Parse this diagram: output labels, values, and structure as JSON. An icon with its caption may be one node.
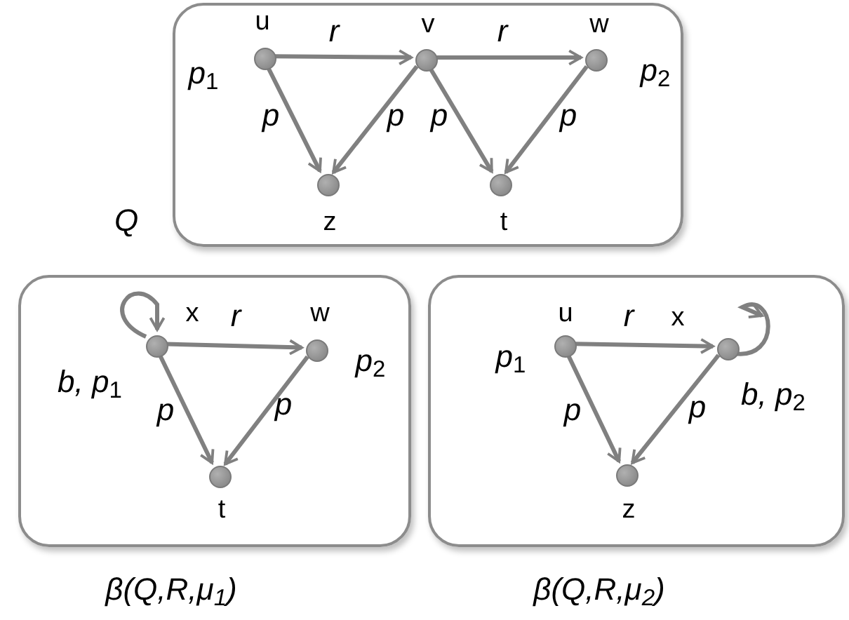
{
  "diagram": {
    "nodes": [
      {
        "text": [
          "Q"
        ]
      },
      {
        "text": [],
        "shape": "circle",
        "in": 0,
        "beside": [
          "u",
          "*p*$_{1}$"
        ]
      },
      {
        "text": [],
        "shape": "circle",
        "in": 0,
        "beside": [
          "v"
        ]
      },
      {
        "text": [],
        "shape": "circle",
        "in": 0,
        "beside": [
          "w",
          "*p*$_{2}$"
        ]
      },
      {
        "text": [],
        "shape": "circle",
        "in": 0,
        "beside": [
          "z"
        ]
      },
      {
        "text": [],
        "shape": "circle",
        "in": 0,
        "beside": [
          "t"
        ]
      },
      {
        "text": [
          "β(Q,R,μ$_{1}$)"
        ]
      },
      {
        "text": [],
        "shape": "circle",
        "in": 6,
        "beside": [
          "x",
          "*b, p*$_{1}$"
        ]
      },
      {
        "text": [],
        "shape": "circle",
        "in": 6,
        "beside": [
          "w",
          "*p*$_{2}$"
        ]
      },
      {
        "text": [],
        "shape": "circle",
        "in": 6,
        "beside": [
          "t"
        ]
      },
      {
        "text": [
          "β(Q,R,μ$_{2}$)"
        ]
      },
      {
        "text": [],
        "shape": "circle",
        "in": 10,
        "beside": [
          "u",
          "*p*$_{1}$"
        ]
      },
      {
        "text": [],
        "shape": "circle",
        "in": 10,
        "beside": [
          "x",
          "*b, p*$_{2}$"
        ]
      },
      {
        "text": [],
        "shape": "circle",
        "in": 10,
        "beside": [
          "z"
        ]
      }
    ],
    "edges": [
      {
        "from": 1,
        "to": 2,
        "arrow": "to",
        "label": "r"
      },
      {
        "from": 2,
        "to": 3,
        "arrow": "to",
        "label": "r"
      },
      {
        "from": 1,
        "to": 4,
        "arrow": "to",
        "label": "p"
      },
      {
        "from": 2,
        "to": 4,
        "arrow": "to",
        "label": "p"
      },
      {
        "from": 2,
        "to": 5,
        "arrow": "to",
        "label": "p"
      },
      {
        "from": 3,
        "to": 5,
        "arrow": "to",
        "label": "p"
      },
      {
        "from": 7,
        "to": 7,
        "arrow": "to"
      },
      {
        "from": 7,
        "to": 8,
        "arrow": "to",
        "label": "r"
      },
      {
        "from": 7,
        "to": 9,
        "arrow": "to",
        "label": "p"
      },
      {
        "from": 8,
        "to": 9,
        "arrow": "to",
        "label": "p"
      },
      {
        "from": 11,
        "to": 12,
        "arrow": "to",
        "label": "r"
      },
      {
        "from": 11,
        "to": 13,
        "arrow": "to",
        "label": "p"
      },
      {
        "from": 12,
        "to": 13,
        "arrow": "to",
        "label": "p"
      },
      {
        "from": 12,
        "to": 12,
        "arrow": "to"
      }
    ]
  }
}
